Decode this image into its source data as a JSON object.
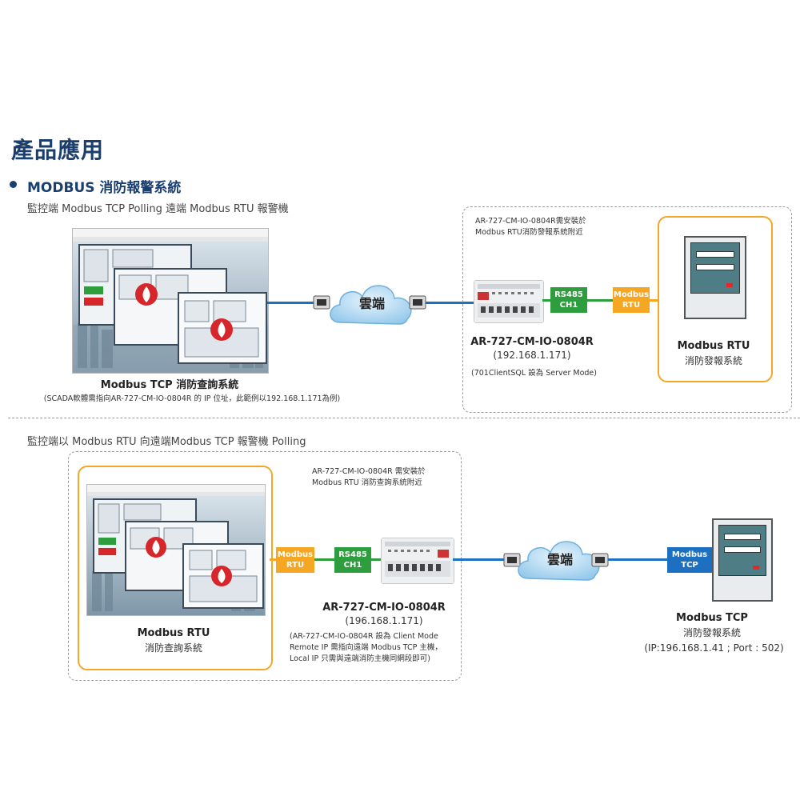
{
  "header": {
    "title": "產品應用",
    "section": "MODBUS 消防報警系統"
  },
  "top": {
    "desc": "監控端 Modbus TCP Polling 遠端 Modbus RTU 報警機",
    "install_note_1": "AR-727-CM-IO-0804R需安裝於",
    "install_note_2": "Modbus RTU消防發報系統附近",
    "scada_title": "Modbus TCP 消防查詢系統",
    "scada_note": "(SCADA軟體需指向AR-727-CM-IO-0804R 的 IP 位址，此範例以192.168.1.171為例)",
    "cloud_label": "雲端",
    "rs485_l1": "RS485",
    "rs485_l2": "CH1",
    "modbus_l1": "Modbus",
    "modbus_l2": "RTU",
    "device_name": "AR-727-CM-IO-0804R",
    "device_ip": "(192.168.1.171)",
    "device_note": "(701ClientSQL 設為 Server Mode)",
    "alarm_title": "Modbus RTU",
    "alarm_sub": "消防發報系統"
  },
  "bottom": {
    "desc": "監控端以 Modbus RTU 向遠端Modbus TCP 報警機 Polling",
    "install_note_1": "AR-727-CM-IO-0804R 需安裝於",
    "install_note_2": "Modbus RTU 消防查詢系統附近",
    "modbus_l1": "Modbus",
    "modbus_l2": "RTU",
    "rs485_l1": "RS485",
    "rs485_l2": "CH1",
    "cloud_label": "雲端",
    "tcp_l1": "Modbus",
    "tcp_l2": "TCP",
    "query_title": "Modbus RTU",
    "query_sub": "消防查詢系統",
    "device_name": "AR-727-CM-IO-0804R",
    "device_ip": "(196.168.1.171)",
    "device_note_1": "(AR-727-CM-IO-0804R 設為 Client Mode",
    "device_note_2": "Remote IP 需指向遠端 Modbus TCP 主機，",
    "device_note_3": "Local IP 只需與遠端消防主機同網段即可)",
    "alarm_title": "Modbus TCP",
    "alarm_sub": "消防發報系統",
    "alarm_addr": "(IP:196.168.1.41 ; Port : 502)"
  },
  "colors": {
    "accent": "#1a3e6e",
    "link_blue": "#1d6fc2",
    "rs485_green": "#2e9d3e",
    "modbus_orange": "#f5a623",
    "fire_red": "#d7262b"
  },
  "icons": [
    "fire-icon",
    "cloud-icon",
    "rj45-plug-icon",
    "server-cabinet-icon"
  ]
}
